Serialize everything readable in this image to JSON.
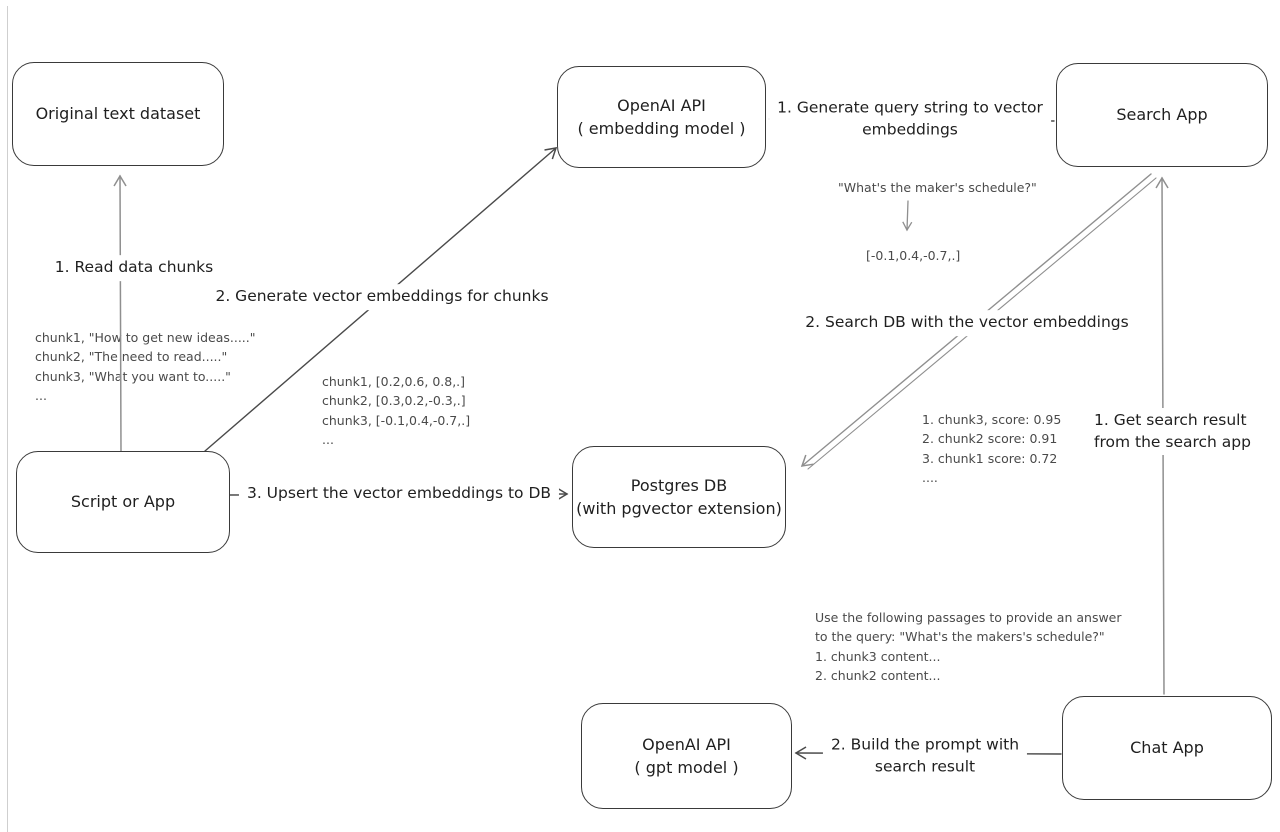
{
  "diagram": {
    "nodes": {
      "original_dataset": {
        "label": "Original text dataset"
      },
      "openai_embedding": {
        "line1": "OpenAI API",
        "line2": "( embedding model )"
      },
      "search_app": {
        "label": "Search App"
      },
      "script_app": {
        "label": "Script or App"
      },
      "postgres_db": {
        "line1": "Postgres DB",
        "line2": "(with pgvector extension)"
      },
      "openai_gpt": {
        "line1": "OpenAI API",
        "line2": "( gpt model )"
      },
      "chat_app": {
        "label": "Chat App"
      }
    },
    "edge_labels": {
      "read_chunks": "1. Read data chunks",
      "generate_embeddings": "2. Generate vector embeddings for chunks",
      "upsert": "3. Upsert the vector embeddings to DB",
      "query_to_vector_line1": "1. Generate query string to vector",
      "query_to_vector_line2": "embeddings",
      "search_db": "2. Search DB with the vector embeddings",
      "get_result_line1": "1. Get search result",
      "get_result_line2": "from the search app",
      "build_prompt_line1": "2. Build the prompt with",
      "build_prompt_line2": "search result"
    },
    "annotations": {
      "chunk_list": [
        "chunk1, \"How to get new ideas.....\"",
        "chunk2, \"The need to read.....\"",
        "chunk3, \"What you want to.....\"",
        "..."
      ],
      "vector_list": [
        "chunk1, [0.2,0.6, 0.8,.]",
        "chunk2, [0.3,0.2,-0.3,.]",
        "chunk3, [-0.1,0.4,-0.7,.]",
        "..."
      ],
      "query_string": "\"What's the maker's schedule?\"",
      "query_vector": "[-0.1,0.4,-0.7,.]",
      "scores": [
        "1. chunk3, score: 0.95",
        "2. chunk2 score: 0.91",
        "3. chunk1 score: 0.72",
        "...."
      ],
      "prompt": [
        "Use the following passages to provide an answer",
        "to the query: \"What's the makers's schedule?\"",
        "1. chunk3 content...",
        "2. chunk2 content..."
      ]
    },
    "colors": {
      "box_stroke": "#3a3a3a",
      "edge_dark": "#4a4a4a",
      "edge_gray": "#8f8f8f",
      "annotation_text": "#4a4a4a",
      "background": "#ffffff"
    }
  }
}
